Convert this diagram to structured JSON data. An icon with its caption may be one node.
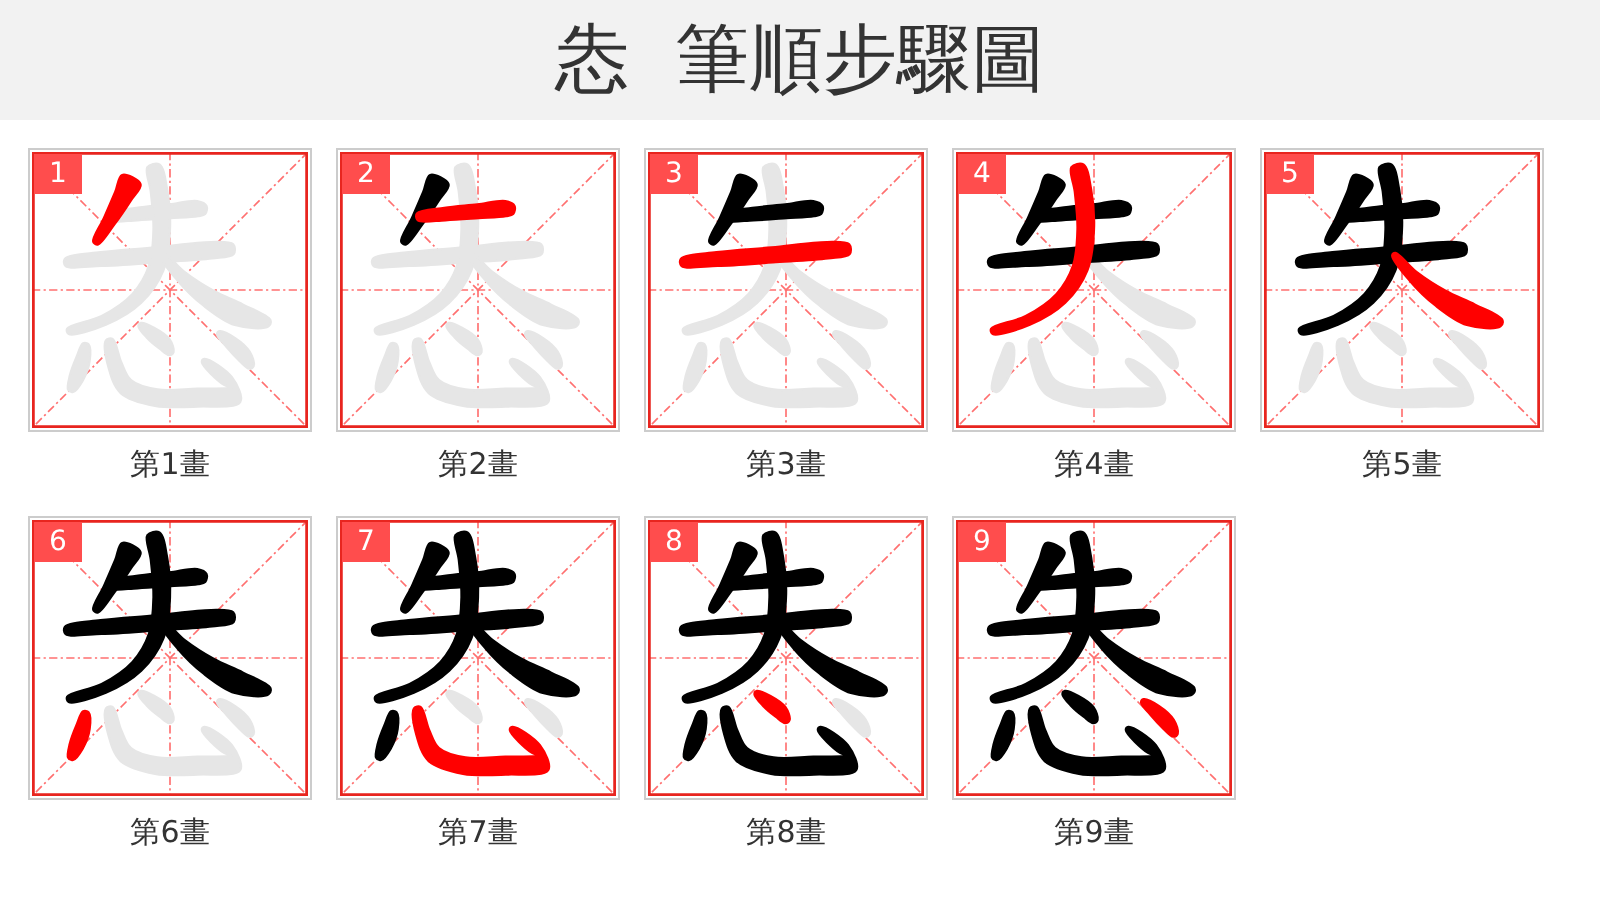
{
  "diagram": {
    "title": "怣 筆順步驟圖",
    "nodes": [
      {
        "text": [
          "1"
        ],
        "beside": [
          "第1畫"
        ]
      },
      {
        "text": [
          "2"
        ],
        "beside": [
          "第2畫"
        ]
      },
      {
        "text": [
          "3"
        ],
        "beside": [
          "第3畫"
        ]
      },
      {
        "text": [
          "4"
        ],
        "beside": [
          "第4畫"
        ]
      },
      {
        "text": [
          "5"
        ],
        "beside": [
          "第5畫"
        ]
      },
      {
        "text": [
          "6"
        ],
        "beside": [
          "第6畫"
        ]
      },
      {
        "text": [
          "7"
        ],
        "beside": [
          "第7畫"
        ]
      },
      {
        "text": [
          "8"
        ],
        "beside": [
          "第8畫"
        ]
      },
      {
        "text": [
          "9"
        ],
        "beside": [
          "第9畫"
        ]
      }
    ]
  }
}
